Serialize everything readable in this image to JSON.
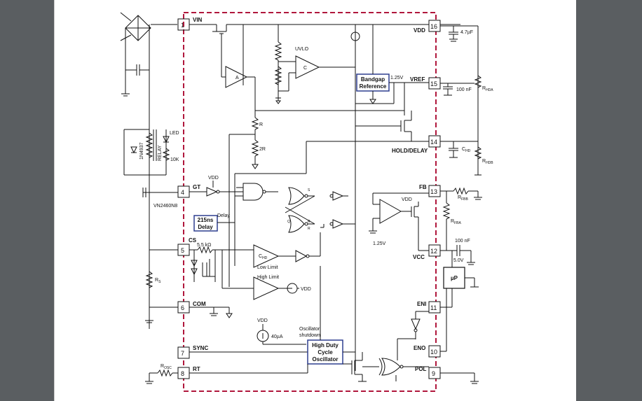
{
  "pins": [
    {
      "num": "1",
      "label": "VIN"
    },
    {
      "num": "4",
      "label": "GT"
    },
    {
      "num": "5",
      "label": "CS"
    },
    {
      "num": "6",
      "label": "COM"
    },
    {
      "num": "7",
      "label": "SYNC"
    },
    {
      "num": "8",
      "label": "RT"
    },
    {
      "num": "16",
      "label": "VDD"
    },
    {
      "num": "15",
      "label": "VREF"
    },
    {
      "num": "14",
      "label": "HOLD/DELAY"
    },
    {
      "num": "13",
      "label": "FB"
    },
    {
      "num": "12",
      "label": "VCC"
    },
    {
      "num": "11",
      "label": "ENI"
    },
    {
      "num": "10",
      "label": "ENO"
    },
    {
      "num": "9",
      "label": "POL"
    }
  ],
  "blocks": {
    "bandgap": [
      "Bandgap",
      "Reference"
    ],
    "delay": [
      "215ns",
      "Delay"
    ],
    "oscillator": [
      "High Duty",
      "Cycle",
      "Oscillator"
    ],
    "up": "µP"
  },
  "labels": {
    "uvlo": "UVLO",
    "amp_a": "A",
    "comp_c": "C",
    "r": "R",
    "r2": "2R",
    "v125_top": "1.25V",
    "v125_bot": "1.25V",
    "vdd_gt": "VDD",
    "vdd_fb": "VDD",
    "vdd_osc": "VDD",
    "vdd_cmp": "VDD",
    "delay": "Delay",
    "r55k": "5.5 kΩ",
    "low_limit": "Low Limit",
    "high_limit": "High Limit",
    "chd": "C",
    "chd_sub": "HD",
    "i40": "40µA",
    "osc_shutdown1": "Oscillator",
    "osc_shutdown2": "shutdown",
    "led": "LED",
    "k10": "10K",
    "diode": "1N4937",
    "relay": "RELAY",
    "fet": "VN2460N8",
    "rs": "R",
    "rs_sub": "S",
    "rosc": "R",
    "rosc_sub": "OSC",
    "c47": "4.7µF",
    "c100": "100 nF",
    "c100b": "100 nF",
    "v50": "5.0V",
    "rhda": "R",
    "rhda_sub": "HDA",
    "rhdb": "R",
    "rhdb_sub": "HDB",
    "chd_ext": "C",
    "chd_ext_sub": "HD",
    "rfbb": "R",
    "rfbb_sub": "FBB",
    "rfba": "R",
    "rfba_sub": "FBA",
    "s": "S",
    "q": "Q",
    "rr1": "R",
    "rr2": "R"
  },
  "colors": {
    "boundary": "#b0173c",
    "box": "#2e3f8f",
    "wire": "#111111",
    "background": "#525659"
  }
}
